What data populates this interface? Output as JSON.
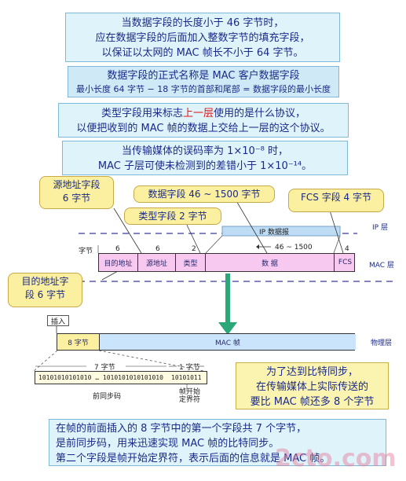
{
  "box1": {
    "line1": "当数据字段的长度小于 46 字节时，",
    "line2": "应在数据字段的后面加入整数字节的填充字段，",
    "line3": "以保证以太网的 MAC 帧长不小于 64 字节。"
  },
  "box2": {
    "line1": "数据字段的正式名称是 MAC 客户数据字段",
    "line2": "最小长度 64 字节 − 18 字节的首部和尾部 = 数据字段的最小长度"
  },
  "box3": {
    "line1_pre": "类型字段用来标志",
    "line1_red": "上一层",
    "line1_post": "使用的是什么协议，",
    "line2": "以便把收到的 MAC 帧的数据上交给上一层的这个协议。"
  },
  "box4": {
    "line1": "当传输媒体的误码率为 1×10⁻⁸ 时，",
    "line2": "MAC 子层可使未检测到的差错小于 1×10⁻¹⁴。"
  },
  "callouts": {
    "src": "源地址字段\n6 字节",
    "data": "数据字段 46 ~ 1500 字节",
    "type": "类型字段 2 字节",
    "fcs": "FCS 字段 4 字节",
    "dst": "目的地址字\n段 6 字节"
  },
  "frame": {
    "bytes_label": "字节",
    "n_dst": "6",
    "n_src": "6",
    "n_type": "2",
    "n_data": "46 ~ 1500",
    "n_fcs": "4",
    "f_dst": "目的地址",
    "f_src": "源地址",
    "f_type": "类型",
    "f_data": "数  据",
    "f_fcs": "FCS",
    "ip_packet": "IP 数据报",
    "ip_layer": "IP 层",
    "mac_layer": "MAC 层"
  },
  "phy": {
    "insert": "插入",
    "eight_bytes": "8 字节",
    "mac_frame": "MAC 帧",
    "phy_layer": "物理层",
    "seven_bytes": "7 字节",
    "one_byte": "1 字节",
    "preamble_bits": "10101010101010 … 1010101010101010",
    "sfd_bits": "10101011",
    "preamble_label": "前同步码",
    "sfd_label": "帧开始\n定界符"
  },
  "box5": {
    "line1": "为了达到比特同步，",
    "line2": "在传输媒体上实际传送的",
    "line3": "要比 MAC 帧还多 8 个字节"
  },
  "box6": {
    "line1": "在帧的前面插入的 8 字节中的第一个字段共 7 个字节，",
    "line2": "是前同步码，用来迅速实现 MAC 帧的比特同步。",
    "line3": "第二个字段是帧开始定界符，表示后面的信息就是 MAC 帧。"
  },
  "watermark": "2cto.com"
}
